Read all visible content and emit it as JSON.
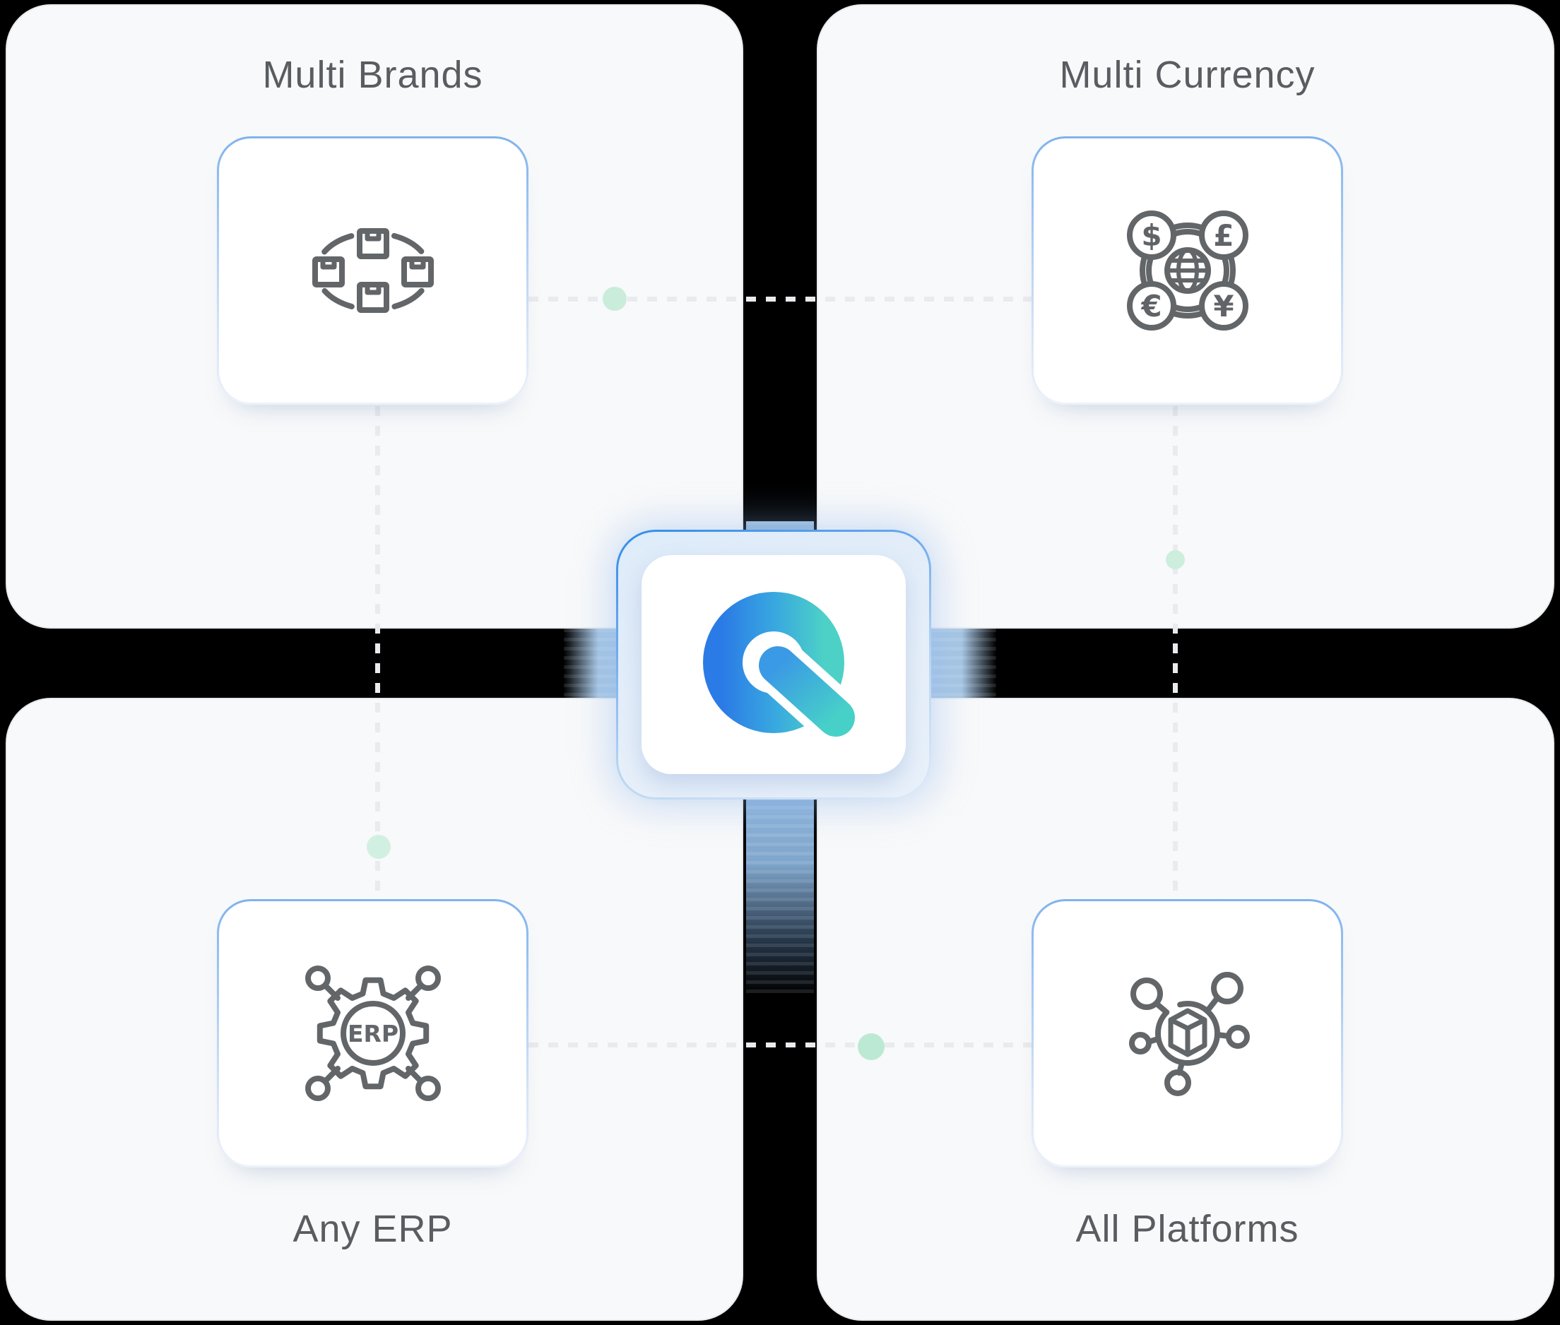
{
  "diagram": {
    "title_top_left": "Multi Brands",
    "title_top_right": "Multi Currency",
    "title_bottom_left": "Any ERP",
    "title_bottom_right": "All Platforms",
    "erp_text": "ERP",
    "currency_symbols": {
      "dollar": "$",
      "pound": "£",
      "euro": "€",
      "yen": "¥"
    },
    "center_logo": "Q",
    "colors": {
      "background": "#000000",
      "panel": "#f8f9fa",
      "card_border_blue": "#7fb3ed",
      "accent_blue": "#2f8de9",
      "accent_teal": "#4dd1c6",
      "mint_dot": "#c9edda",
      "dash": "#e9ebee",
      "title_text": "#595d61",
      "icon_stroke": "#636669",
      "band_blue": "#aed3f4"
    }
  }
}
